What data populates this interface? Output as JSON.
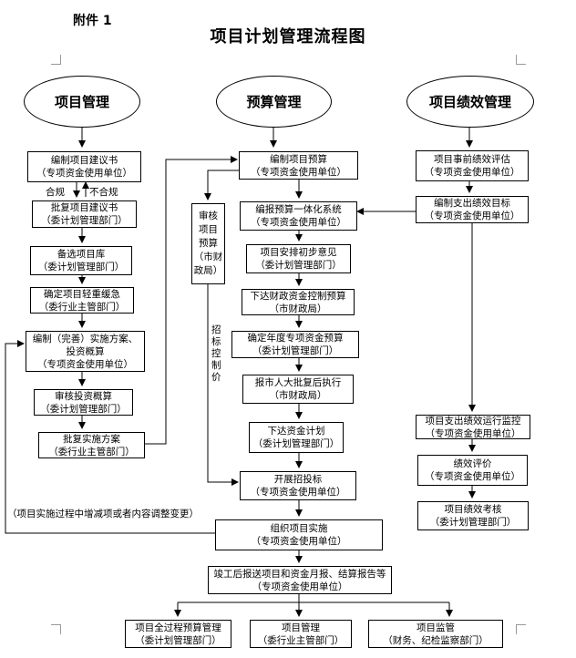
{
  "attachment": "附件 1",
  "title": "项目计划管理流程图",
  "headers": {
    "project_mgmt": "项目管理",
    "budget_mgmt": "预算管理",
    "performance_mgmt": "项目绩效管理"
  },
  "left": {
    "b1": [
      "编制项目建议书",
      "（专项资金使用单位）"
    ],
    "comply": "合规",
    "noncomply": "不合规",
    "b2": [
      "批复项目建议书",
      "（委计划管理部门）"
    ],
    "b3": [
      "备选项目库",
      "（委计划管理部门）"
    ],
    "b4": [
      "确定项目轻重缓急",
      "（委行业主管部门）"
    ],
    "b5": [
      "编制（完善）实施方案、",
      "投资概算",
      "（专项资金使用单位）"
    ],
    "b6": [
      "审核投资概算",
      "（委计划管理部门）"
    ],
    "b7": [
      "批复实施方案",
      "（委行业主管部门）"
    ],
    "side_note": "（项目实施过程中增减项或者内容调整变更）"
  },
  "middle": {
    "b1": [
      "编制项目预算",
      "（专项资金使用单位）"
    ],
    "review": [
      "审核",
      "项目",
      "预算",
      "（市财",
      "政局）"
    ],
    "b2": [
      "编报预算一体化系统",
      "（专项资金使用单位）"
    ],
    "b3": [
      "项目安排初步意见",
      "（委计划管理部门）"
    ],
    "b4": [
      "下达财政资金控制预算",
      "（市财政局）"
    ],
    "b5": [
      "确定年度专项资金预算",
      "（委计划管理部门）"
    ],
    "b6": [
      "报市人大批复后执行",
      "（市财政局）"
    ],
    "b7": [
      "下达资金计划",
      "（委计划管理部门）"
    ],
    "bid_control": "招标控制价",
    "b8": [
      "开展招投标",
      "（专项资金使用单位）"
    ]
  },
  "right": {
    "b1": [
      "项目事前绩效评估",
      "（专项资金使用单位）"
    ],
    "b2": [
      "编制支出绩效目标",
      "（专项资金使用单位）"
    ],
    "b3": [
      "项目支出绩效运行监控",
      "（专项资金使用单位）"
    ],
    "b4": [
      "绩效评价",
      "（专项资金使用单位）"
    ],
    "b5": [
      "项目绩效考核",
      "（委计划管理部门）"
    ]
  },
  "bottom": {
    "organize": [
      "组织项目实施",
      "（专项资金使用单位）"
    ],
    "report": [
      "竣工后报送项目和资金月报、结算报告等",
      "（专项资金使用单位）"
    ],
    "f1": [
      "项目全过程预算管理",
      "（委计划管理部门）"
    ],
    "f2": [
      "项目管理",
      "（委行业主管部门）"
    ],
    "f3": [
      "项目监管",
      "（财务、纪检监察部门）"
    ]
  }
}
